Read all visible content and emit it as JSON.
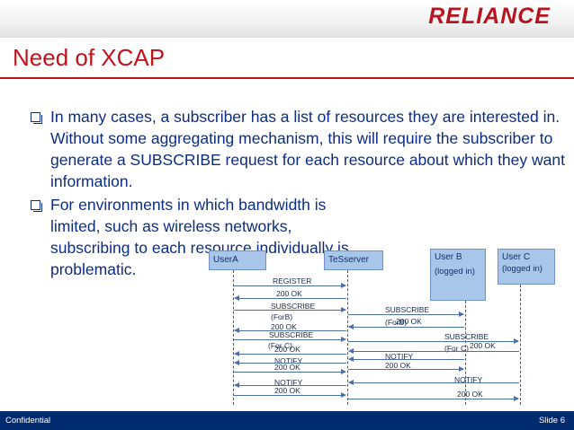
{
  "header": {
    "logo_text": "RELIANCE"
  },
  "title": "Need of XCAP",
  "bullets": [
    "In many cases, a subscriber has a list of resources they are interested in. Without some aggregating mechanism, this will require the subscriber to generate a SUBSCRIBE request for each resource about which they want information.",
    "For environments in which bandwidth is limited, such as wireless networks, subscribing to each resource individually is problematic."
  ],
  "diagram": {
    "actors": {
      "usera": "UserA",
      "tesserver": "TeSserver",
      "userb_name": "User B",
      "userb_status": "(logged in)",
      "userc_name": "User C",
      "userc_status": "(logged in)"
    },
    "messages": {
      "register": "REGISTER",
      "ok_register": "200 OK",
      "subscribe_b": "SUBSCRIBE",
      "for_b": "(ForB)",
      "ok_b": "200 OK",
      "subscribe_b_fwd": "SUBSCRIBE",
      "for_b_fwd": "(ForB)",
      "ok_b_fwd": "200 OK",
      "subscribe_c": "SUBSCRIBE",
      "for_c": "(For C)",
      "ok_c": "200 OK",
      "subscribe_c_fwd": "SUBSCRIBE",
      "for_c_fwd": "(For C)",
      "ok_c_fwd": "200 OK",
      "notify_1": "NOTIFY",
      "ok_notify_1": "200 OK",
      "notify_b": "NOTIFY",
      "ok_notify_b": "200 OK",
      "notify_2": "NOTIFY",
      "ok_notify_2": "200 OK",
      "notify_c": "NOTIFY",
      "ok_notify_c": "200 OK"
    }
  },
  "footer": {
    "left": "Confidential",
    "slide_label": "Slide 6"
  },
  "colors": {
    "title_red": "#c0141c",
    "text_blue": "#0c2d83",
    "footer_navy": "#002b6e",
    "actor_fill": "#a7c6ea"
  }
}
